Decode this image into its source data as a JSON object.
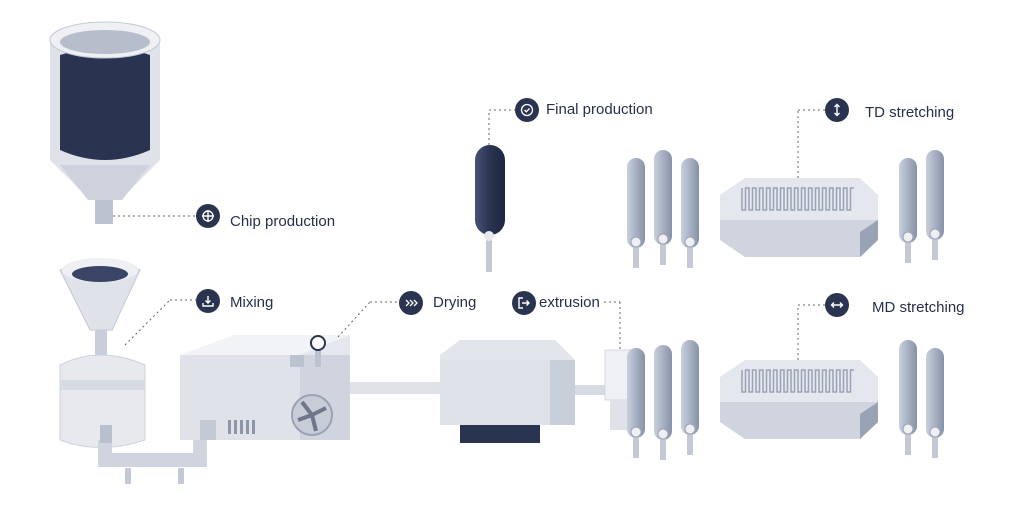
{
  "steps": {
    "chip": {
      "label": "Chip production",
      "icon": "crosshair-icon"
    },
    "mixing": {
      "label": "Mixing",
      "icon": "download-tray-icon"
    },
    "drying": {
      "label": "Drying",
      "icon": "heat-waves-icon"
    },
    "extrusion": {
      "label": "extrusion",
      "icon": "exit-arrow-icon"
    },
    "final": {
      "label": "Final production",
      "icon": "check-circle-icon"
    },
    "td": {
      "label": "TD stretching",
      "icon": "vertical-arrows-icon"
    },
    "md": {
      "label": "MD stretching",
      "icon": "horizontal-arrows-icon"
    }
  },
  "colors": {
    "dark": "#2a3450",
    "machine_light": "#e9ebf0",
    "machine_mid": "#cdd2dc",
    "machine_shadow": "#9aa3b5",
    "roller": "#aab3c4"
  }
}
